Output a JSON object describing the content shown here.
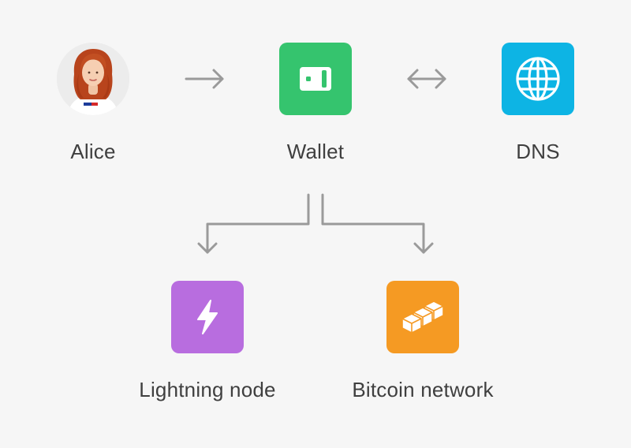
{
  "nodes": {
    "alice": {
      "label": "Alice",
      "icon": "avatar-photo"
    },
    "wallet": {
      "label": "Wallet",
      "color": "#35c46e",
      "icon": "wallet-icon"
    },
    "dns": {
      "label": "DNS",
      "color": "#0db4e4",
      "icon": "globe-icon"
    },
    "lightning": {
      "label": "Lightning node",
      "color": "#b86ddf",
      "icon": "lightning-bolt-icon"
    },
    "bitcoin": {
      "label": "Bitcoin network",
      "color": "#f59a23",
      "icon": "blocks-icon"
    }
  },
  "connectors": [
    {
      "from": "Alice",
      "to": "Wallet",
      "style": "arrow-right"
    },
    {
      "from": "Wallet",
      "to": "DNS",
      "style": "arrow-both"
    },
    {
      "from": "Wallet",
      "to": "Lightning node",
      "style": "elbow-arrow-down"
    },
    {
      "from": "Wallet",
      "to": "Bitcoin network",
      "style": "elbow-arrow-down"
    }
  ],
  "colors": {
    "background": "#f6f6f6",
    "connector": "#9a9a9a",
    "label_text": "#3f3f3f"
  }
}
